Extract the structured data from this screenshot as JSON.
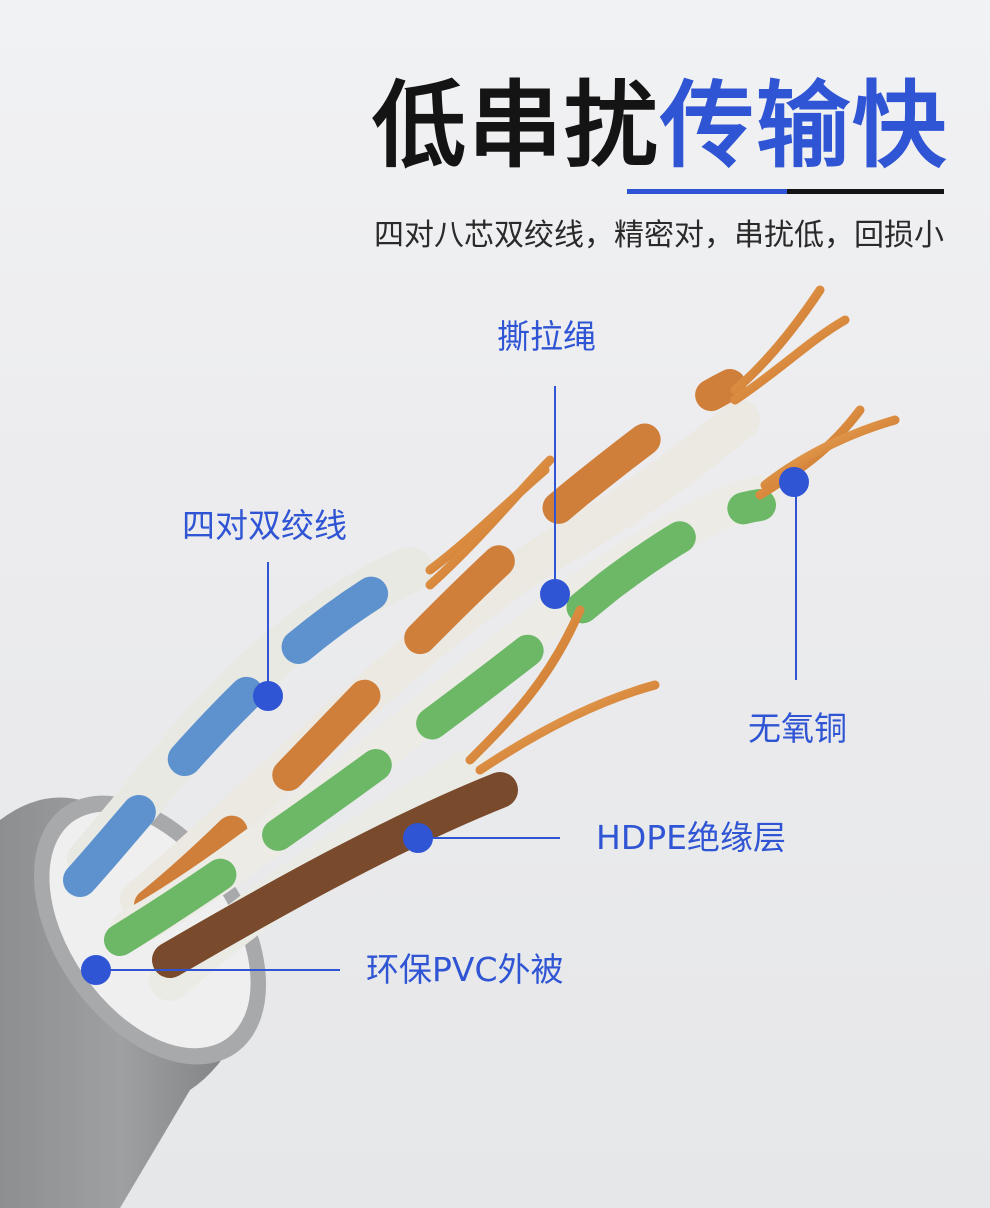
{
  "heading": {
    "part_dark": "低串扰",
    "part_blue": "传输快"
  },
  "subtitle": "四对八芯双绞线，精密对，串扰低，回损小",
  "callouts": {
    "rip_cord": "撕拉绳",
    "twisted_pairs": "四对双绞线",
    "oxygen_free_copper": "无氧铜",
    "hdpe_insulation": "HDPE绝缘层",
    "pvc_jacket": "环保PVC外被"
  },
  "colors": {
    "accent_blue": "#2f55d4",
    "heading_dark": "#141414"
  }
}
